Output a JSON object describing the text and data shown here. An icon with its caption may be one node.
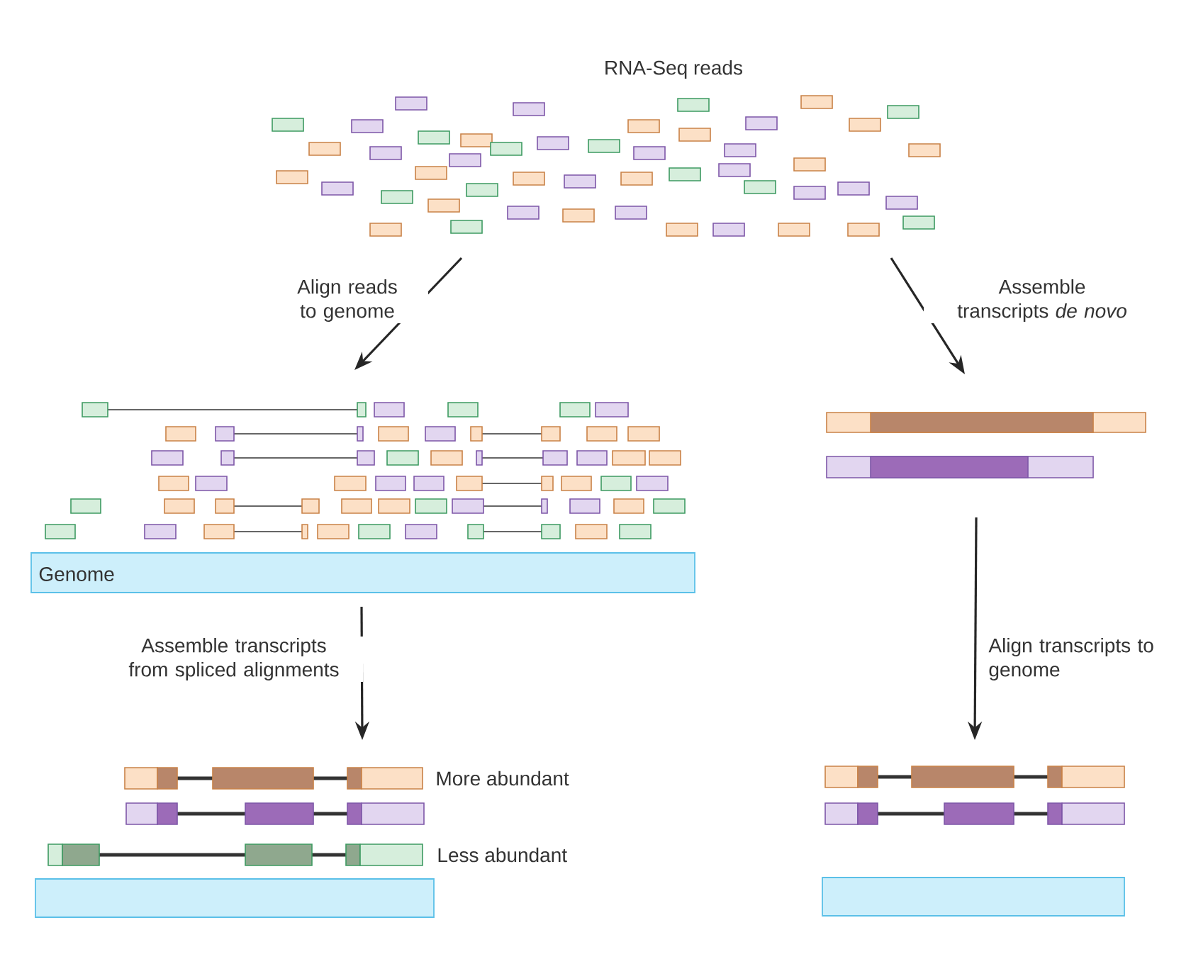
{
  "diagram": {
    "nodes": [
      {
        "text": [
          "RNA-Seq reads"
        ]
      },
      {
        "text": [
          "Genome"
        ]
      },
      {
        "text": [],
        "shape": "picture"
      },
      {
        "text": [],
        "shape": "picture",
        "beside": [
          "More abundant",
          "Less abundant"
        ]
      },
      {
        "text": [],
        "shape": "picture"
      }
    ],
    "edges": [
      {
        "from": 0,
        "to": 1,
        "arrow": "to",
        "label": "Align reads to genome"
      },
      {
        "from": 0,
        "to": 2,
        "arrow": "to",
        "label": "Assemble transcripts *de novo*"
      },
      {
        "from": 1,
        "to": 3,
        "arrow": "to",
        "label": "Assemble transcripts from spliced alignments"
      },
      {
        "from": 2,
        "to": 4,
        "arrow": "to",
        "label": "Align transcripts to genome"
      }
    ]
  }
}
